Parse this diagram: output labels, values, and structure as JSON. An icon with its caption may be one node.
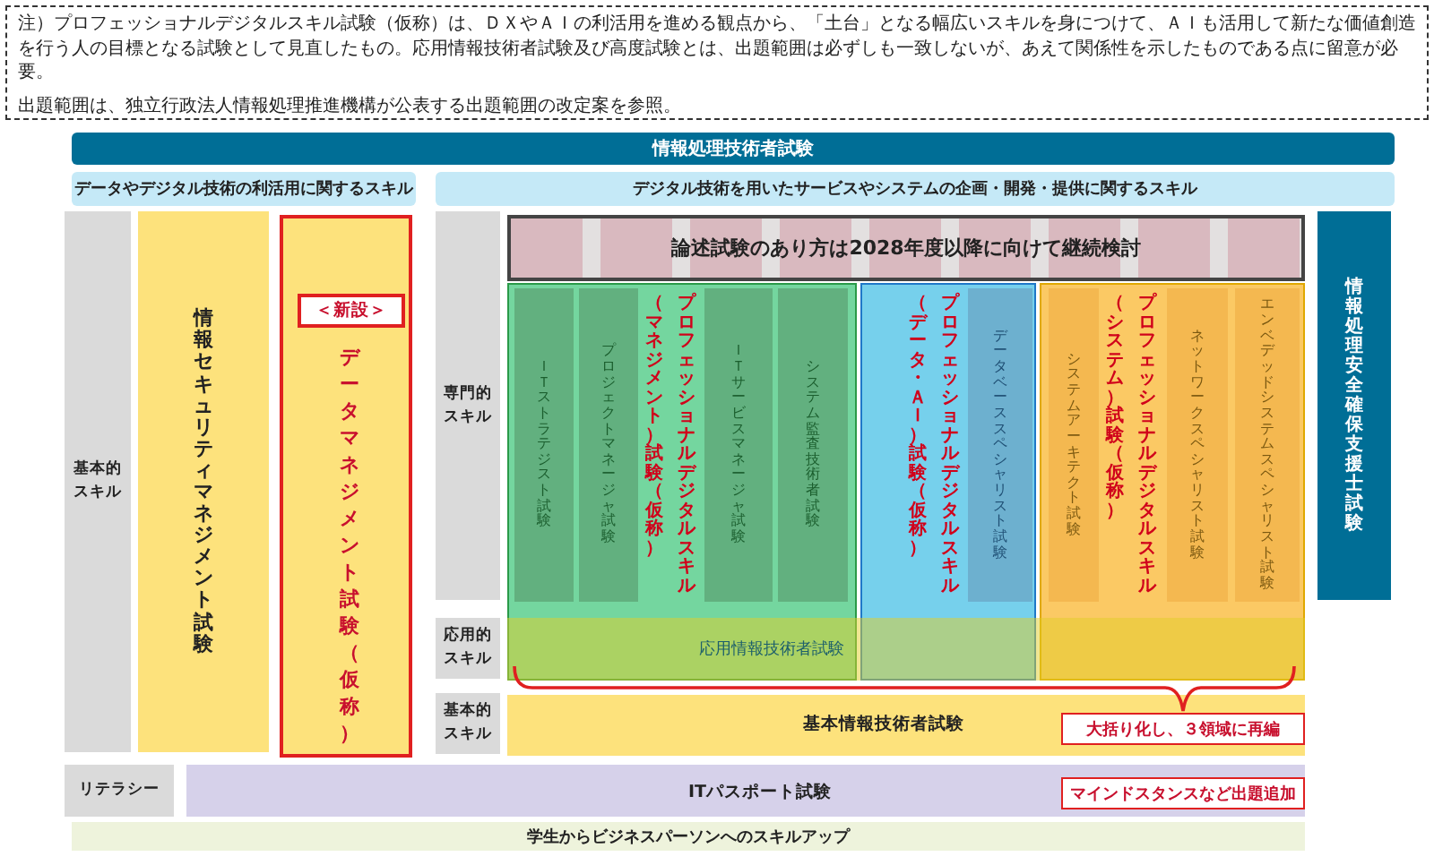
{
  "diagram": {
    "nodes": [
      {
        "text": [
          "注）プロフェッショナルデジタルスキル試験（仮称）は、ＤＸやＡＩの利活用を進める観点から、「土台」となる幅広いスキルを身につけて、ＡＩも活用して新たな価値創造を行う人の目標となる試験として見直したもの。応用情報技術者試験及び高度試験とは、出題範囲は必ずしも一致しないが、あえて関係性を示したものである点に留意が必要。",
          "出題範囲は、独立行政法人情報処理推進機構が公表する出題範囲の改定案を参照。"
        ]
      },
      {
        "text": [
          "情報処理技術者試験"
        ]
      },
      {
        "text": [
          "データやデジタル技術の利活用に関するスキル"
        ]
      },
      {
        "text": [
          "デジタル技術を用いたサービスやシステムの企画・開発・提供に関するスキル"
        ]
      },
      {
        "text": [
          "基本的スキル"
        ]
      },
      {
        "text": [
          "情報セキュリティマネジメント試験"
        ]
      },
      {
        "text": [
          "データマネジメント試験（仮称）"
        ]
      },
      {
        "text": [
          "＜新設＞"
        ],
        "in": 6
      },
      {
        "text": [
          "専門的スキル"
        ]
      },
      {
        "text": [
          "論述試験のあり方は2028年度以降に向けて継続検討"
        ]
      },
      {
        "text": [
          "プロフェッショナルデジタルスキル（マネジメント）試験（仮称）"
        ]
      },
      {
        "text": [
          "ＩＴストラテジスト試験"
        ],
        "in": 10
      },
      {
        "text": [
          "プロジェクトマネージャ試験"
        ],
        "in": 10
      },
      {
        "text": [
          "ＩＴサービスマネージャ試験"
        ],
        "in": 10
      },
      {
        "text": [
          "システム監査技術者試験"
        ],
        "in": 10
      },
      {
        "text": [
          "プロフェッショナルデジタルスキル（データ・ＡＩ）試験（仮称）"
        ]
      },
      {
        "text": [
          "データベーススペシャリスト試験"
        ],
        "in": 15
      },
      {
        "text": [
          "プロフェッショナルデジタルスキル（システム）試験（仮称）"
        ]
      },
      {
        "text": [
          "システムアーキテクト試験"
        ],
        "in": 17
      },
      {
        "text": [
          "ネットワークスペシャリスト試験"
        ],
        "in": 17
      },
      {
        "text": [
          "エンベデッドシステムスペシャリスト試験"
        ],
        "in": 17
      },
      {
        "text": [
          "情報処理安全確保支援士試験"
        ]
      },
      {
        "text": [
          "応用的スキル"
        ]
      },
      {
        "text": [
          "応用情報技術者試験"
        ]
      },
      {
        "text": [
          "基本的スキル"
        ]
      },
      {
        "text": [
          "基本情報技術者試験"
        ]
      },
      {
        "text": [
          "大括り化し、３領域に再編"
        ],
        "in": 25
      },
      {
        "text": [
          "リテラシー"
        ]
      },
      {
        "text": [
          "ITパスポート試験"
        ]
      },
      {
        "text": [
          "マインドスタンスなど出題追加"
        ],
        "in": 28
      },
      {
        "text": [
          "学生からビジネスパーソンへのスキルアップ"
        ]
      }
    ]
  }
}
